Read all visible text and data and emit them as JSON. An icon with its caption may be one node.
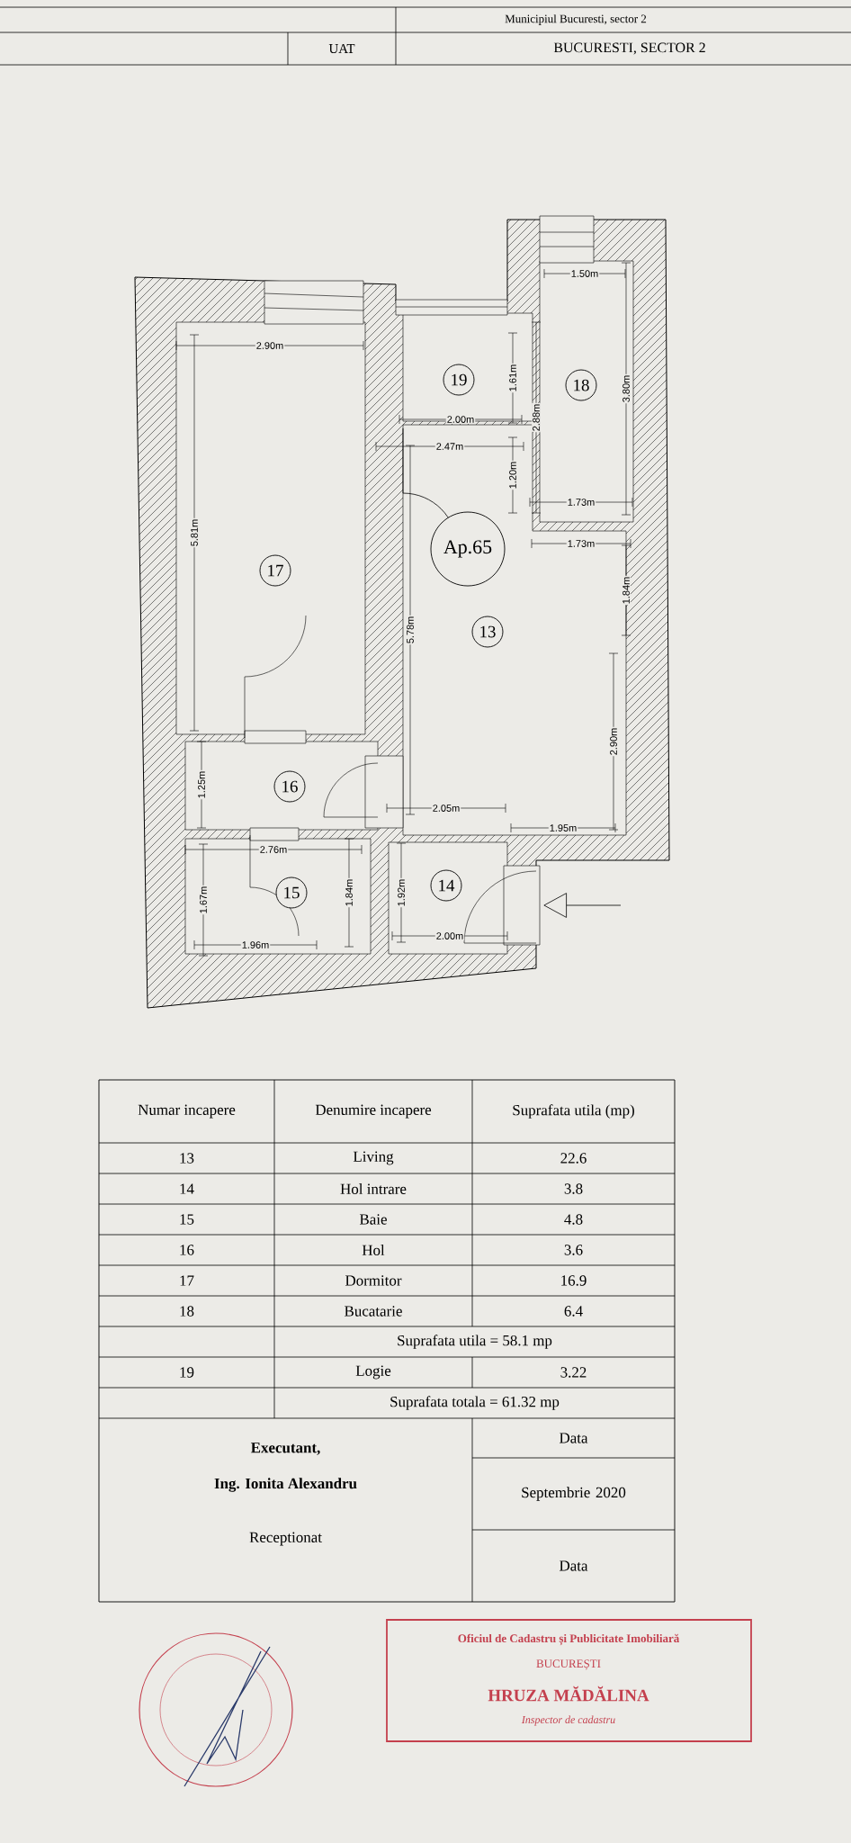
{
  "diagram": {
    "nodes": [
      {
        "text": [
          "19"
        ]
      },
      {
        "text": [
          "18"
        ]
      },
      {
        "text": [
          "17"
        ]
      },
      {
        "text": [
          "Ap.65"
        ]
      },
      {
        "text": [
          "13"
        ]
      },
      {
        "text": [
          "16"
        ]
      },
      {
        "text": [
          "15"
        ]
      },
      {
        "text": [
          "14"
        ]
      }
    ],
    "labels": [
      "Municipiul Bucuresti, sector 2",
      "UAT",
      "BUCURESTI, SECTOR 2",
      "1.50m",
      "2.90m",
      "1.61m",
      "3.80m",
      "2.00m",
      "2.88m",
      "2.47m",
      "1.20m",
      "1.73m",
      "5.81m",
      "1.73m",
      "1.84m",
      "5.78m",
      "2.90m",
      "1.25m",
      "2.05m",
      "1.95m",
      "2.76m",
      "1.67m",
      "1.84m",
      "1.92m",
      "1.96m",
      "2.00m",
      "Numar incapere",
      "Denumire incapere",
      "Suprafata utila (mp)",
      "13",
      "Living",
      "22.6",
      "14",
      "Hol intrare",
      "3.8",
      "15",
      "Baie",
      "4.8",
      "16",
      "Hol",
      "3.6",
      "17",
      "Dormitor",
      "16.9",
      "18",
      "Bucatarie",
      "6.4",
      "Suprafata utila = 58.1 mp",
      "19",
      "Logie",
      "3.22",
      "Suprafata totala = 61.32 mp",
      "Executant,",
      "Data",
      "Ing. Ionita Alexandru",
      "Septembrie 2020",
      "Receptionat",
      "Data",
      "Oficiul de Cadastru și Publicitate Imobiliară",
      "BUCUREȘTI",
      "HRUZA MĂDĂLINA",
      "Inspector de cadastru"
    ]
  }
}
